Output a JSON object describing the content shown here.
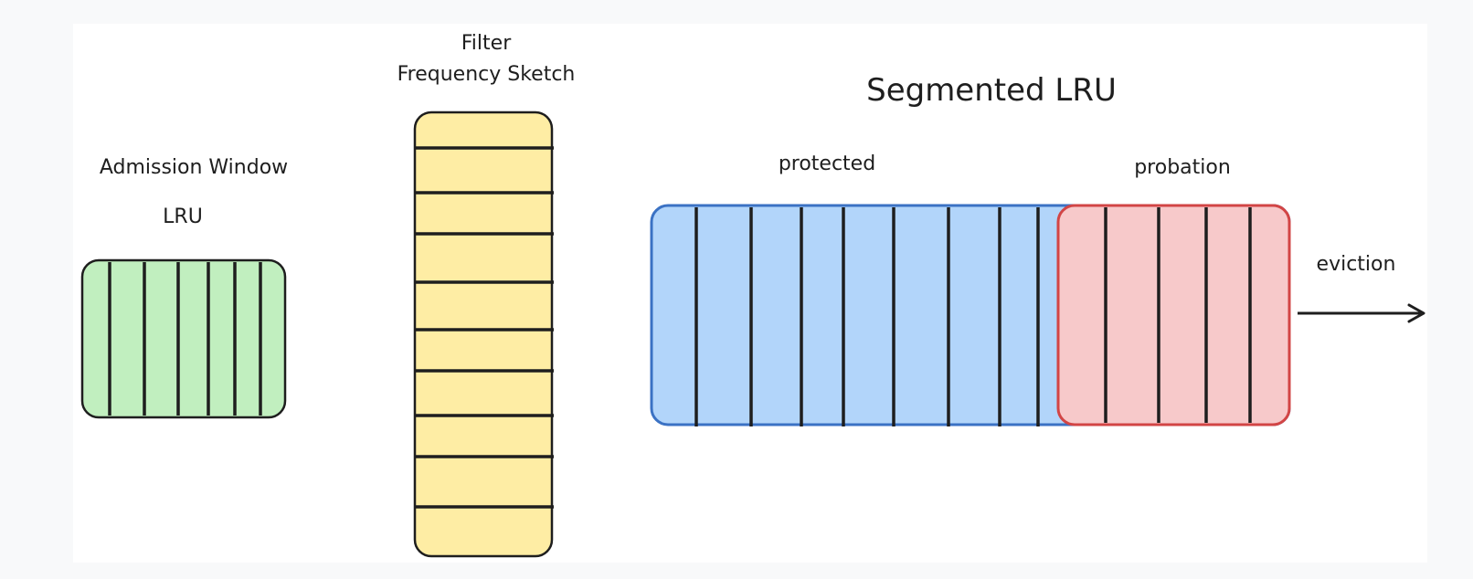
{
  "diagram": {
    "admission_window": {
      "title": "Admission Window",
      "subtitle": "LRU",
      "fill": "#c1efbf",
      "stroke": "#1e1e1e"
    },
    "filter": {
      "title": "Filter",
      "subtitle": "Frequency Sketch",
      "fill": "#feeda4",
      "stroke": "#1e1e1e"
    },
    "segmented_lru": {
      "title": "Segmented LRU",
      "protected_label": "protected",
      "probation_label": "probation",
      "protected_fill": "#b2d5fa",
      "protected_stroke": "#3b72c4",
      "probation_fill": "#f7c9ca",
      "probation_stroke": "#d24545"
    },
    "eviction_label": "eviction",
    "ink_color": "#1e1e1e"
  }
}
